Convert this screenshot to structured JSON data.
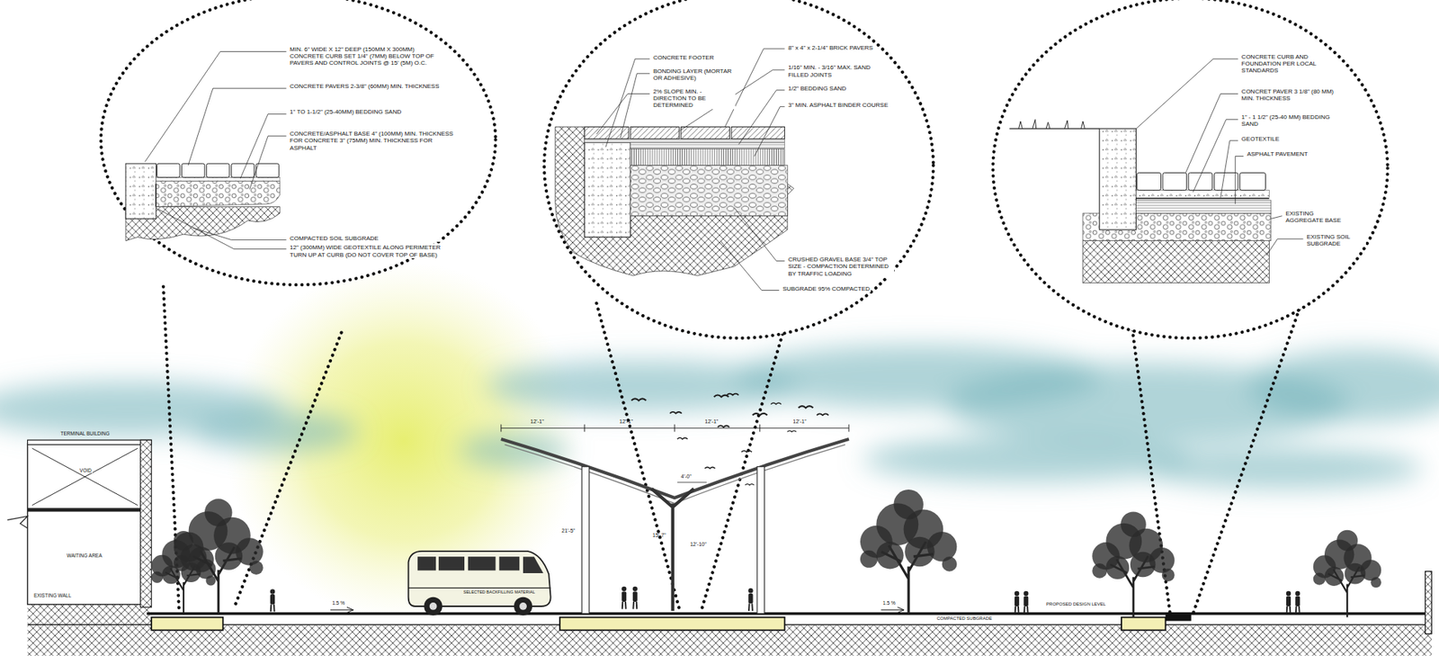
{
  "diagram": {
    "labels": [
      "MIN. 6\" WIDE X 12\" DEEP (150MM X 300MM) CONCRETE CURB SET 1/4\" (7MM) BELOW TOP OF PAVERS AND CONTROL JOINTS @ 15' (5M) O.C.",
      "CONCRETE PAVERS 2-3/8\" (60MM) MIN. THICKNESS",
      "1\" TO 1-1/2\" (25-40MM) BEDDING SAND",
      "CONCRETE/ASPHALT BASE 4\" (100MM) MIN. THICKNESS FOR CONCRETE 3\" (75MM) MIN. THICKNESS FOR ASPHALT",
      "COMPACTED SOIL SUBGRADE",
      "12\" (300MM) WIDE GEOTEXTILE ALONG PERIMETER TURN UP AT CURB (DO NOT COVER TOP OF BASE)",
      "CONCRETE FOOTER",
      "BONDING LAYER (MORTAR OR ADHESIVE)",
      "2% SLOPE MIN. - DIRECTION TO BE DETERMINED",
      "8\" x 4\" x 2-1/4\" BRICK PAVERS",
      "1/16\" MIN. - 3/16\" MAX. SAND FILLED JOINTS",
      "1/2\" BEDDING SAND",
      "3\" MIN. ASPHALT BINDER COURSE",
      "CRUSHED GRAVEL BASE 3/4\" TOP SIZE - COMPACTION DETERMINED BY TRAFFIC LOADING",
      "SUBGRADE 95% COMPACTED",
      "CONCRETE CURB AND FOUNDATION PER LOCAL STANDARDS",
      "CONCRET PAVER 3 1/8\" (80 MM) MIN. THICKNESS",
      "1\" - 1 1/2\" (25-40 MM) BEDDING SAND",
      "GEOTEXTILE",
      "ASPHALT PAVEMENT",
      "EXISTING AGGREGATE BASE",
      "EXISTING SOIL SUBGRADE",
      "TERMINAL BUILDING",
      "VOID",
      "WAITING AREA",
      "EXISTING WALL",
      "1.5 %",
      "12'-1\"",
      "12'-1\"",
      "12'-1\"",
      "12'-1\"",
      "4'-0\"",
      "21'-5\"",
      "15'-7\"",
      "12'-10\"",
      "SELECTED BACKFILLING MATERIAL",
      "1.5 %",
      "PROPOSED DESIGN LEVEL",
      "COMPACTED SUBGRADE"
    ]
  }
}
